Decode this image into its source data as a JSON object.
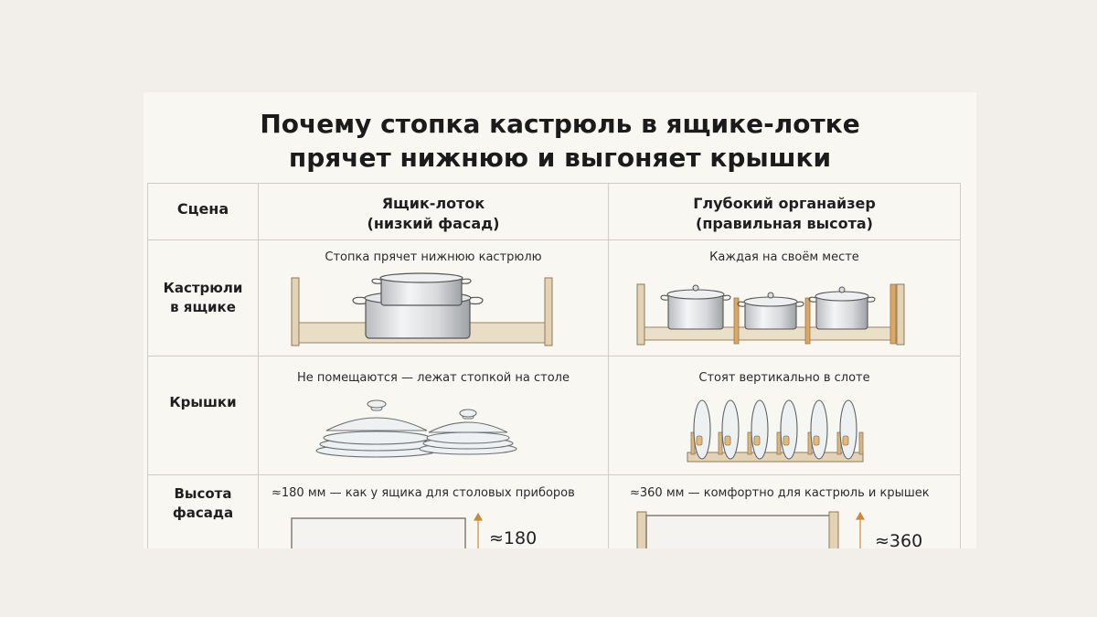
{
  "title": {
    "line1": "Почему стопка кастрюль в ящике-лотке",
    "line2": "прячет нижнюю и выгоняет крышки"
  },
  "table": {
    "header": {
      "scene": "Сцена",
      "col1": {
        "line1": "Ящик-лоток",
        "line2": "(низкий фасад)"
      },
      "col2": {
        "line1": "Глубокий органайзер",
        "line2": "(правильная высота)"
      }
    },
    "rows": [
      {
        "label": {
          "line1": "Кастрюли",
          "line2": "в ящике"
        },
        "col1_caption": "Стопка прячет нижнюю кастрюлю",
        "col2_caption": "Каждая на своём месте"
      },
      {
        "label": {
          "line1": "Крышки"
        },
        "col1_caption": "Не помещаются — лежат стопкой на столе",
        "col2_caption": "Стоят вертикально в слоте"
      },
      {
        "label": {
          "line1": "Высота",
          "line2": "фасада"
        },
        "col1_caption": "≈180 мм — как у ящика для столовых приборов",
        "col2_caption": "≈360 мм — комфортно для кастрюль и крышек",
        "col1_dim": "≈180",
        "col2_dim": "≈360"
      }
    ]
  },
  "colors": {
    "background": "#f2efea",
    "card": "#f8f7f2",
    "wood": "#e3d2b4",
    "wood_edge": "#9a8466",
    "accent_orange": "#c98a3a",
    "grid_line": "#cfcbc5"
  }
}
